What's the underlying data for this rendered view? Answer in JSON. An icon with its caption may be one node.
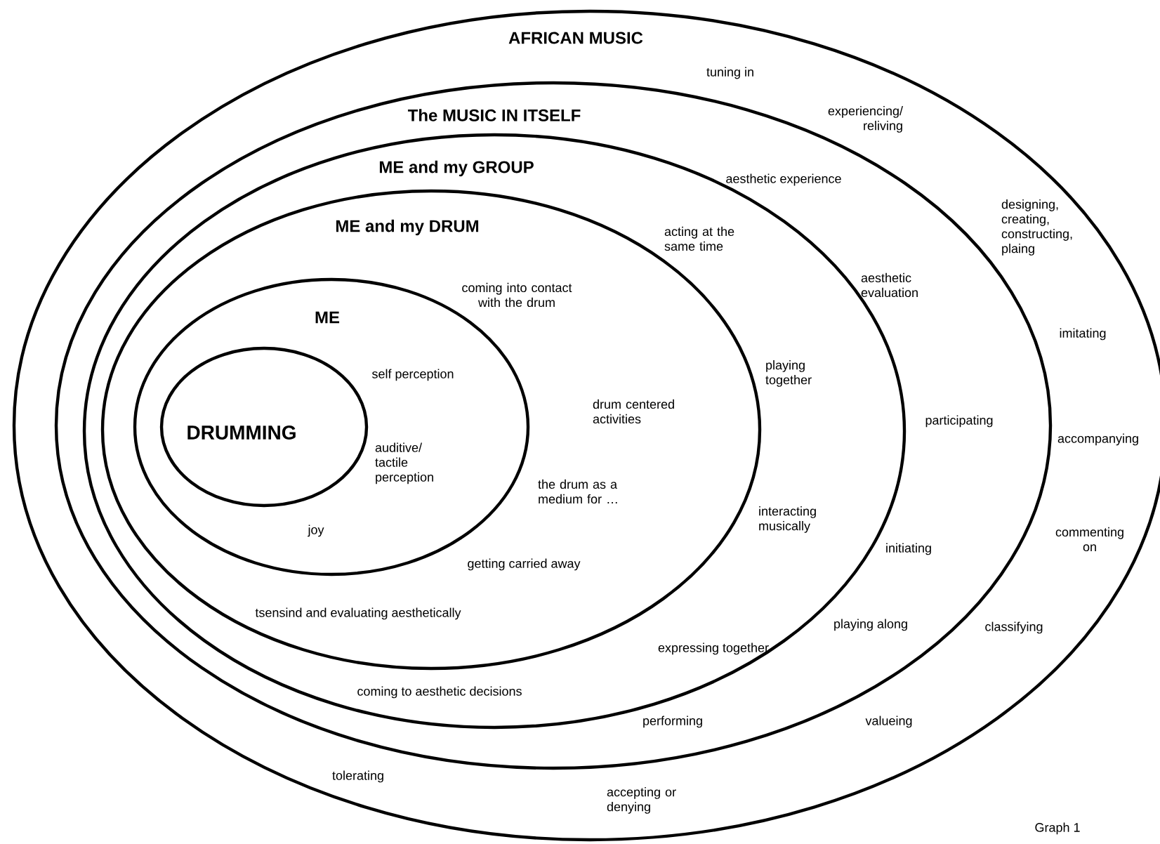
{
  "diagram": {
    "nodes": [
      {
        "text": [
          "AFRICAN MUSIC"
        ]
      },
      {
        "text": [
          "The MUSIC IN ITSELF"
        ],
        "in": 0
      },
      {
        "text": [
          "ME and my GROUP"
        ],
        "in": 1
      },
      {
        "text": [
          "ME and my DRUM"
        ],
        "in": 2
      },
      {
        "text": [
          "ME"
        ],
        "in": 3
      },
      {
        "text": [
          "DRUMMING"
        ],
        "in": 4
      }
    ],
    "labels": [
      "tuning in",
      "experiencing/ reliving",
      "aesthetic experience",
      "designing, creating, constructing, plaing",
      "acting at the same time",
      "aesthetic evaluation",
      "coming into contact with the drum",
      "imitating",
      "playing together",
      "self perception",
      "drum centered activities",
      "participating",
      "accompanying",
      "auditive/ tactile perception",
      "the drum as a medium for …",
      "joy",
      "interacting musically",
      "commenting on",
      "initiating",
      "getting carried away",
      "tsensind and evaluating aesthetically",
      "playing along",
      "classifying",
      "expressing together",
      "coming to aesthetic decisions",
      "performing",
      "valueing",
      "tolerating",
      "accepting or denying",
      "Graph 1"
    ]
  }
}
